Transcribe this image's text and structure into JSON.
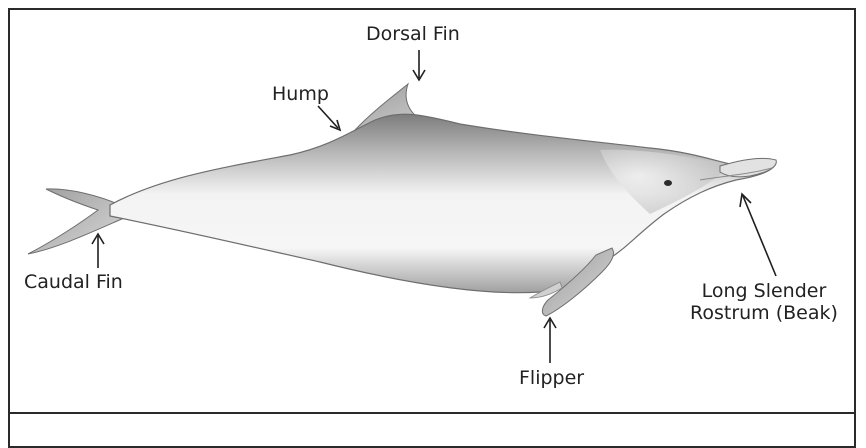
{
  "labels": {
    "dorsal_fin": "Dorsal Fin",
    "hump": "Hump",
    "caudal_fin": "Caudal Fin",
    "flipper": "Flipper",
    "rostrum_line1": "Long Slender",
    "rostrum_line2": "Rostrum (Beak)"
  },
  "colors": {
    "body_light": "#f4f4f4",
    "body_shadow": "#9a9a9a",
    "outline": "#6e6e6e",
    "arrow": "#1f1f1f",
    "frame": "#2a2a2a"
  }
}
